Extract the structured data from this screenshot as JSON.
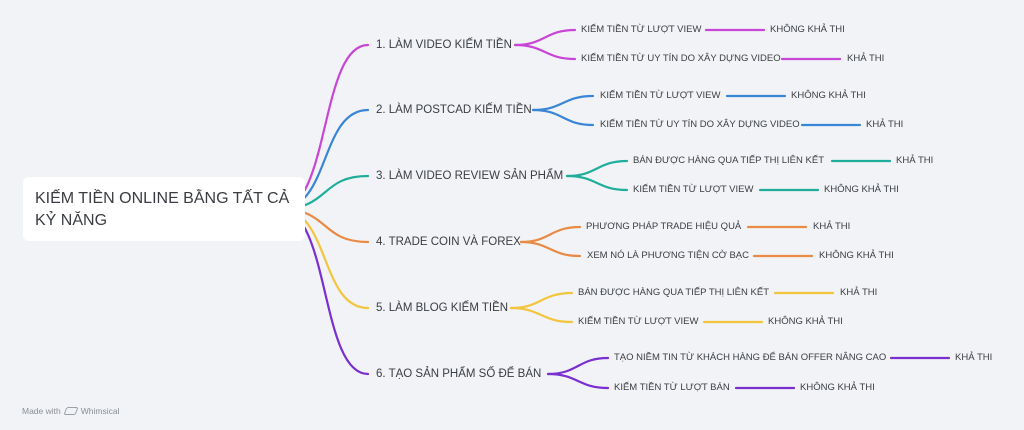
{
  "root": "KIẾM TIỀN ONLINE BẰNG TẤT CẢ KỶ NĂNG",
  "colors": {
    "b1": "#c846d6",
    "b2": "#3a86d6",
    "b3": "#1fae9c",
    "b4": "#ea8a44",
    "b5": "#f3c53f",
    "b6": "#7a2fd0",
    "background": "#f1f3f6"
  },
  "branches": [
    {
      "label": "1. LÀM VIDEO KIẾM TIỀN",
      "leaves": [
        {
          "label": "KIẾM TIỀN TỪ LƯỢT VIEW",
          "outcome": "KHÔNG KHẢ THI"
        },
        {
          "label": "KIẾM TIỀN TỪ UY TÍN DO XÂY DỰNG VIDEO",
          "outcome": "KHẢ THI"
        }
      ]
    },
    {
      "label": "2. LÀM POSTCAD KIẾM TIỀN",
      "leaves": [
        {
          "label": "KIẾM TIỀN TỪ LƯỢT VIEW",
          "outcome": "KHÔNG KHẢ THI"
        },
        {
          "label": "KIẾM TIỀN TỪ UY TÍN DO XÂY DỰNG VIDEO",
          "outcome": "KHẢ THI"
        }
      ]
    },
    {
      "label": "3. LÀM VIDEO REVIEW SẢN PHẨM",
      "leaves": [
        {
          "label": "BÁN ĐƯỢC HÀNG QUA TIẾP THỊ LIÊN KẾT",
          "outcome": "KHẢ THI"
        },
        {
          "label": "KIẾM TIỀN TỪ LƯỢT VIEW",
          "outcome": "KHÔNG KHẢ THI"
        }
      ]
    },
    {
      "label": "4. TRADE COIN VÀ FOREX",
      "leaves": [
        {
          "label": "PHƯƠNG PHÁP TRADE HIỆU QUẢ",
          "outcome": "KHẢ THI"
        },
        {
          "label": "XEM NÓ LÀ PHƯƠNG TIỆN CỜ BẠC",
          "outcome": "KHÔNG KHẢ THI"
        }
      ]
    },
    {
      "label": "5. LÀM BLOG KIẾM TIỀN",
      "leaves": [
        {
          "label": "BÁN ĐƯỢC HÀNG QUA TIẾP THỊ LIÊN KẾT",
          "outcome": "KHẢ THI"
        },
        {
          "label": "KIẾM TIỀN TỪ LƯỢT VIEW",
          "outcome": "KHÔNG KHẢ THI"
        }
      ]
    },
    {
      "label": "6. TẠO SẢN PHẨM SỐ ĐỂ BÁN",
      "leaves": [
        {
          "label": "TẠO NIỀM TIN TỪ KHÁCH HÀNG ĐỂ BÁN OFFER NÂNG CAO",
          "outcome": "KHẢ THI"
        },
        {
          "label": "KIẾM TIỀN TỪ LƯỢT BÁN",
          "outcome": "KHÔNG KHẢ THI"
        }
      ]
    }
  ],
  "footer": {
    "made_with": "Made with",
    "brand": "Whimsical"
  }
}
